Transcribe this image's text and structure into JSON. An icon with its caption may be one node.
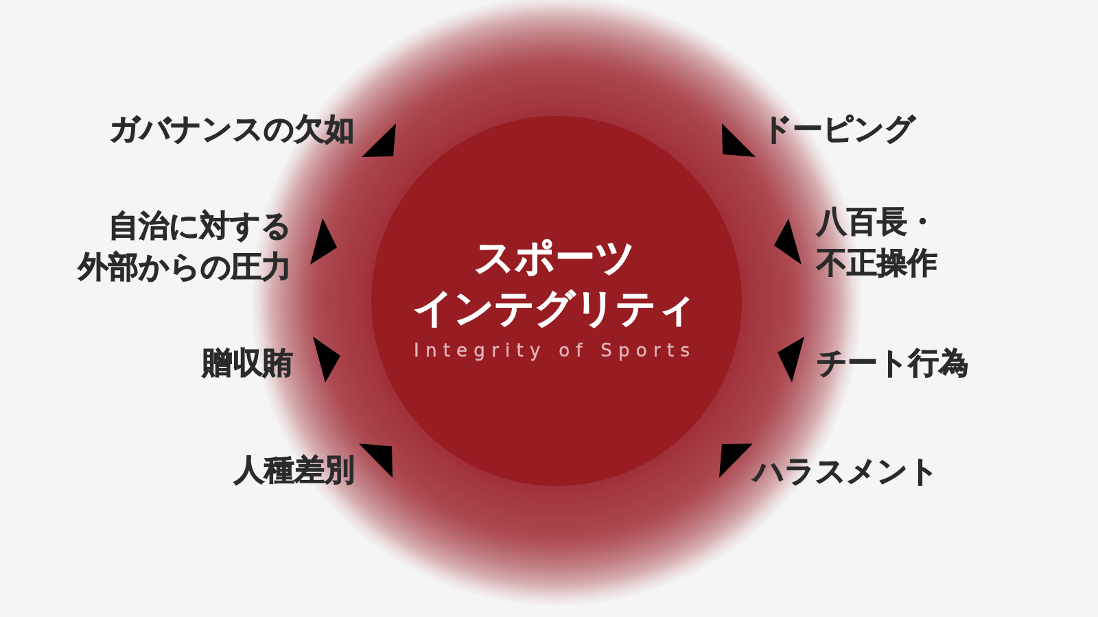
{
  "diagram": {
    "nodes": [
      {
        "text": [
          "スポーツインテグリティ",
          "Integrity of Sports"
        ]
      },
      {
        "text": [
          "ガバナンスの欠如"
        ]
      },
      {
        "text": [
          "ドーピング"
        ]
      },
      {
        "text": [
          "自治に対する外部からの圧力"
        ]
      },
      {
        "text": [
          "八百長・不正操作"
        ]
      },
      {
        "text": [
          "贈収賄"
        ]
      },
      {
        "text": [
          "チート行為"
        ]
      },
      {
        "text": [
          "人種差別"
        ]
      },
      {
        "text": [
          "ハラスメント"
        ]
      }
    ]
  }
}
